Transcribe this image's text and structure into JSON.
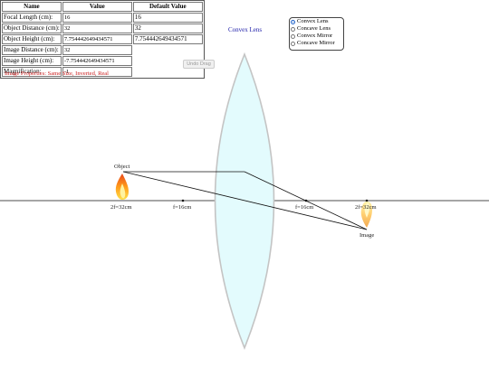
{
  "table": {
    "headers": [
      "Name",
      "Value",
      "Default Value"
    ],
    "rows": [
      {
        "name": "Focal Length (cm):",
        "value": "16",
        "default": "16"
      },
      {
        "name": "Object Distance (cm):",
        "value": "32",
        "default": "32"
      },
      {
        "name": "Object Height (cm):",
        "value": "7.754442649434571",
        "default": "7.754442649434571"
      },
      {
        "name": "Image Distance (cm):",
        "value": "32",
        "default": ""
      },
      {
        "name": "Image Height (cm):",
        "value": "-7.754442649434571",
        "default": ""
      },
      {
        "name": "Magnification:",
        "value": "-1",
        "default": ""
      }
    ]
  },
  "status": "Image Properties: Same Size, Inverted, Real",
  "title": "Convex Lens",
  "undo_label": "Undo Drag",
  "options": {
    "items": [
      "Convex Lens",
      "Concave Lens",
      "Convex Mirror",
      "Concave Mirror"
    ],
    "selected": "Convex Lens"
  },
  "labels": {
    "object": "Object",
    "image": "Image",
    "left_2f": "2f=32cm",
    "left_f": "f=16cm",
    "right_f": "f=16cm",
    "right_2f": "2f=32cm"
  },
  "colors": {
    "lens_fill": "#e3fbfd",
    "lens_stroke": "#c4c4c4",
    "ray": "#111111",
    "status_text": "#cc2222",
    "title_text": "#2222aa",
    "selected_radio": "#1a5fc8"
  }
}
